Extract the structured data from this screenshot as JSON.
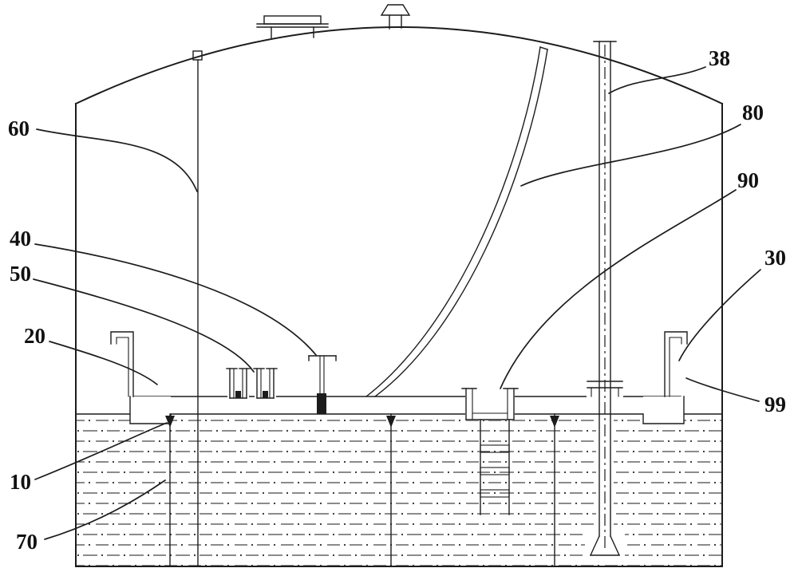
{
  "figure": {
    "background": "#ffffff",
    "line_color": "#1c1c1c",
    "labels": {
      "l10": "10",
      "l20": "20",
      "l30": "30",
      "l38": "38",
      "l40": "40",
      "l50": "50",
      "l60": "60",
      "l70": "70",
      "l80": "80",
      "l90": "90",
      "l99": "99"
    }
  }
}
